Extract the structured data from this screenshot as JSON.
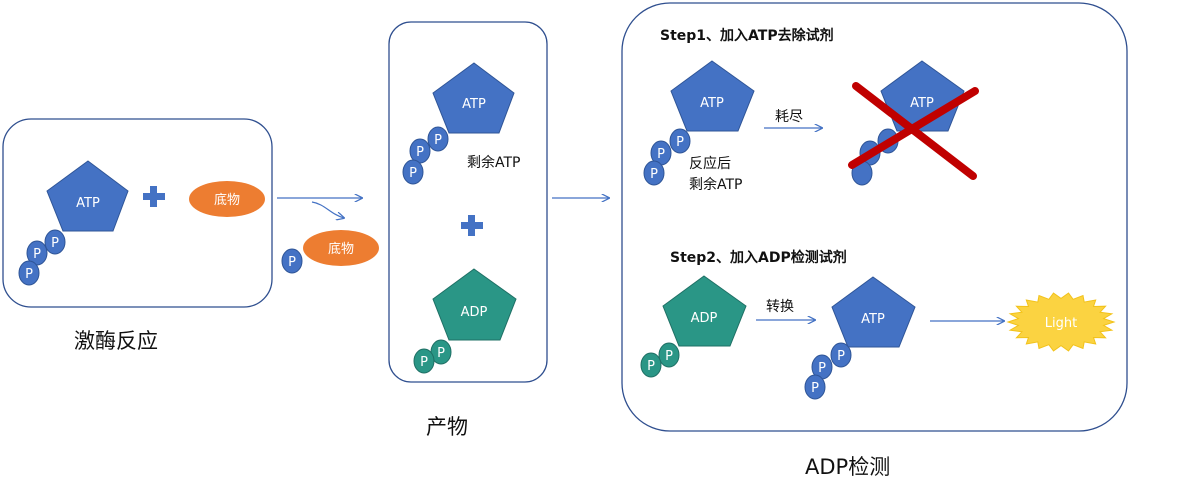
{
  "colors": {
    "atp": "#4472c4",
    "adp": "#2a9686",
    "substrate": "#ed7d31",
    "light": "#fbd341",
    "cross": "#c00000",
    "border": "#2f4f8f"
  },
  "panel1": {
    "caption": "激酶反应",
    "atp": "ATP",
    "substrate": "底物",
    "product_substrate": "底物",
    "phosphate": "P"
  },
  "panel2": {
    "caption": "产物",
    "atp": "ATP",
    "remaining": "剩余ATP",
    "adp": "ADP",
    "phosphate": "P"
  },
  "panel3": {
    "caption": "ADP检测",
    "step1": "Step1、加入ATP去除试剂",
    "step2": "Step2、加入ADP检测试剂",
    "atp": "ATP",
    "remaining_line1": "反应后",
    "remaining_line2": "剩余ATP",
    "deplete": "耗尽",
    "depleted_atp": "ATP",
    "adp": "ADP",
    "convert": "转换",
    "new_atp": "ATP",
    "light": "Light",
    "phosphate": "P"
  }
}
